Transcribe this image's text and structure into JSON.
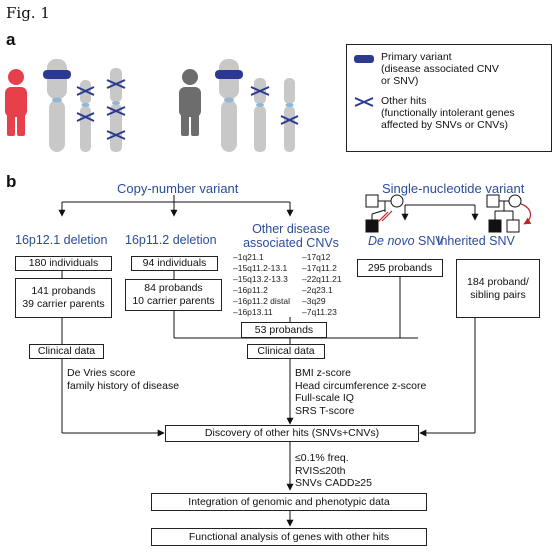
{
  "figure_label": "Fig. 1",
  "panel_a_label": "a",
  "panel_b_label": "b",
  "legend": {
    "primary_variant": "Primary variant\n(disease associated CNV\nor SNV)",
    "other_hits": "Other hits\n(functionally intolerant genes\naffected by SNVs or CNVs)"
  },
  "headers": {
    "copy_number_variant": "Copy-number variant",
    "single_nucleotide_variant": "Single-nucleotide variant"
  },
  "groups": {
    "del16p12": "16p12.1 deletion",
    "del16p11": "16p11.2 deletion",
    "other_cnvs": "Other disease\nassociated CNVs",
    "de_novo_prefix": "De novo",
    "de_novo_suffix": " SNV",
    "inherited": "Inherited SNV"
  },
  "boxes": {
    "individuals_180": "180 individuals",
    "probands_141": "141 probands\n39 carrier parents",
    "individuals_94": "94 individuals",
    "probands_84": "84 probands\n10 carrier parents",
    "probands_53": "53 probands",
    "probands_295": "295 probands",
    "sibling_pairs_184": "184 proband/\nsibling pairs",
    "clinical_data_left": "Clinical data",
    "clinical_data_mid": "Clinical data",
    "discovery": "Discovery of other hits (SNVs+CNVs)",
    "integration": "Integration of genomic and phenotypic data",
    "functional": "Functional analysis of genes with other hits"
  },
  "cnv_list_left": [
    "–1q21.1",
    "–15q11.2-13.1",
    "–15q13.2-13.3",
    "–16p11.2",
    "–16p11.2 distal",
    "–16p13.11"
  ],
  "cnv_list_right": [
    "–17q12",
    "–17q11.2",
    "–22q11.21",
    "–2q23.1",
    "–3q29",
    "–7q11.23"
  ],
  "clinical_left_text": "De Vries score\nfamily history of disease",
  "clinical_mid_text": "BMI z-score\nHead circumference z-score\nFull-scale IQ\nSRS T-score",
  "filter_text": "≤0.1% freq.\nRVIS≤20th\nSNVs CADD≥25",
  "colors": {
    "accent_blue": "#2a4d9b",
    "primary_variant": "#2b3990",
    "chromosome": "#c8c8c8",
    "person_red": "#e8404a",
    "person_gray": "#6d6d6d",
    "inherit_arrow": "#b5292f"
  }
}
